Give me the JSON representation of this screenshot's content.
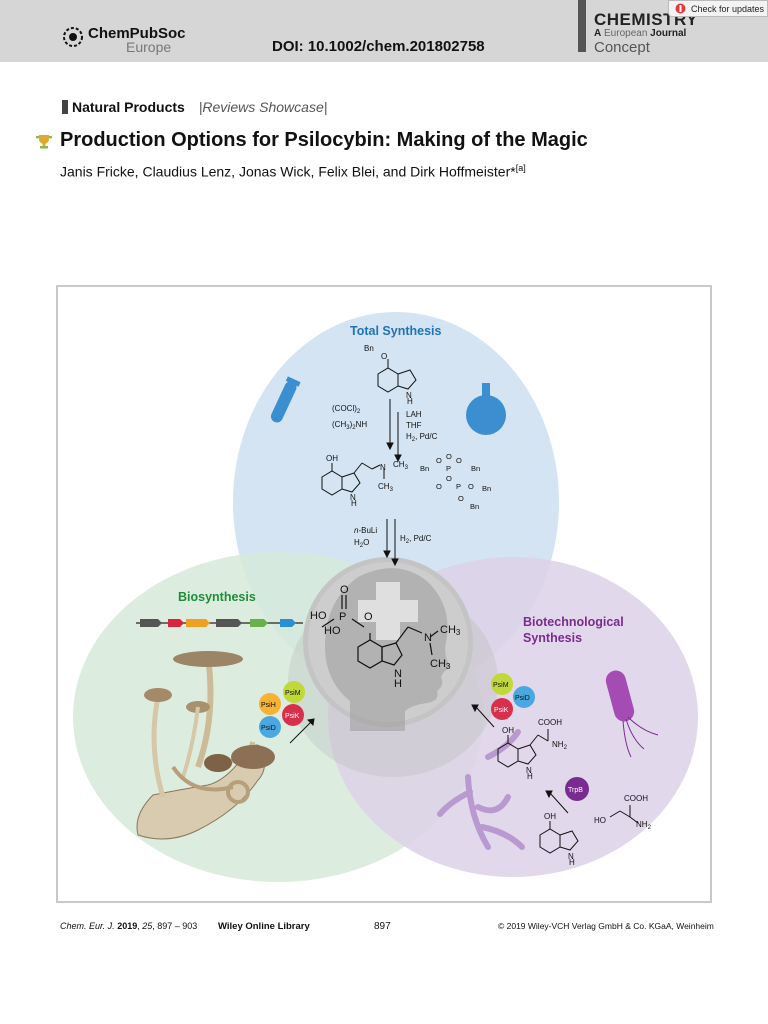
{
  "header": {
    "publisher_name": "ChemPubSoc",
    "publisher_sub": "Europe",
    "doi": "DOI: 10.1002/chem.201802758",
    "journal_title": "CHEMISTRY",
    "journal_sub_a": "A",
    "journal_sub_b": "European",
    "journal_sub_c": "Journal",
    "journal_concept": "Concept",
    "check_updates": "Check for updates"
  },
  "article": {
    "section": "Natural Products",
    "section_sep": "|",
    "subsection": "Reviews Showcase",
    "subsection_end": "|",
    "title": "Production Options for Psilocybin: Making of the Magic",
    "authors": "Janis Fricke, Claudius Lenz, Jonas Wick, Felix Blei, and Dirk Hoffmeister*",
    "affiliation_mark": "[a]"
  },
  "figure": {
    "total_synthesis_label": "Total Synthesis",
    "biosynthesis_label": "Biosynthesis",
    "biotech_label_1": "Biotechnological",
    "biotech_label_2": "Synthesis",
    "reagents": {
      "bn": "Bn",
      "o": "O",
      "oh": "OH",
      "h": "H",
      "n": "N",
      "oxalyl": "(COCl)",
      "oxalyl_sub": "2",
      "dimethylamine": "(CH",
      "dimethylamine_sub": "3",
      "dimethylamine_end": ")",
      "dimethylamine_sub2": "2",
      "dimethylamine_tail": "NH",
      "lah": "LAH",
      "thf": "THF",
      "h2": "H",
      "h2_sub": "2",
      "pdc": ", Pd/C",
      "ch3": "CH",
      "ch3_sub": "3",
      "p": "P",
      "nbuli": "n",
      "nbuli_rest": "-BuLi",
      "h2o": "H",
      "h2o_sub": "2",
      "h2o_end": "O",
      "ho": "HO",
      "cooh": "COOH",
      "nh2": "NH",
      "nh2_sub": "2"
    },
    "enzymes": {
      "psim": "PsiM",
      "psih": "PsiH",
      "psik": "PsiK",
      "psid": "PsiD",
      "trpb": "TrpB"
    },
    "colors": {
      "total": "#cfe1f1",
      "bio": "#d6eadb",
      "biotech": "#ddd1e8",
      "center": "#c4c4c4",
      "total_label": "#1f74b8",
      "bio_label": "#1f8c3a",
      "biotech_label": "#7a2b8f"
    }
  },
  "footer": {
    "journal_abbr": "Chem. Eur. J.",
    "year": "2019",
    "volume": "25",
    "pages": ", 897 – 903",
    "library": "Wiley Online Library",
    "page": "897",
    "copyright": "© 2019 Wiley-VCH Verlag GmbH & Co. KGaA, Weinheim"
  }
}
